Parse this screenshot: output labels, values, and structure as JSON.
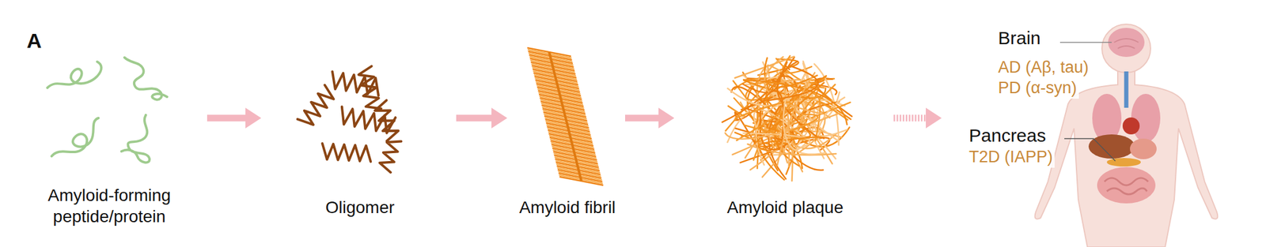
{
  "diagram": {
    "nodes": [
      {
        "text": [
          "Amyloid-forming peptide/protein"
        ]
      },
      {
        "text": [
          "Oligomer"
        ]
      },
      {
        "text": [
          "Amyloid fibril"
        ]
      },
      {
        "text": [
          "Amyloid plaque"
        ]
      },
      {
        "text": [
          "Brain",
          "AD (Aβ, tau)",
          "PD (α-syn)",
          "Pancreas",
          "T2D (IAPP)"
        ]
      }
    ],
    "edges": [
      {
        "from": 0,
        "to": 1,
        "arrow": "to"
      },
      {
        "from": 1,
        "to": 2,
        "arrow": "to"
      },
      {
        "from": 2,
        "to": 3,
        "arrow": "to"
      },
      {
        "from": 3,
        "to": 4,
        "arrow": "to"
      }
    ],
    "labels": [
      "A"
    ]
  }
}
